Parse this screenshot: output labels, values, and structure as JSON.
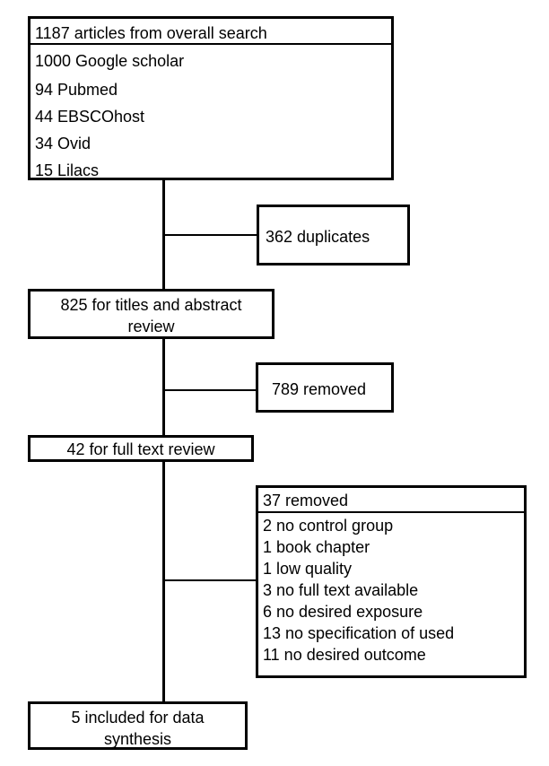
{
  "search": {
    "header": "1187 articles from overall search",
    "sources": [
      "1000 Google scholar",
      "94 Pubmed",
      "44 EBSCOhost",
      "34 Ovid",
      "15 Lilacs"
    ]
  },
  "duplicates": {
    "label": "362 duplicates"
  },
  "screening": {
    "label_line1": "825 for titles and abstract",
    "label_line2": "review"
  },
  "removed_screening": {
    "label": "789 removed"
  },
  "fulltext": {
    "label": "42 for full text review"
  },
  "removed_fulltext": {
    "header": "37 removed",
    "reasons": [
      "2 no control group",
      "1 book chapter",
      "1 low quality",
      "3 no full text available",
      "6 no desired exposure",
      "13 no specification of used",
      "11 no desired outcome"
    ]
  },
  "included": {
    "label_line1": "5 included for data",
    "label_line2": "synthesis"
  }
}
